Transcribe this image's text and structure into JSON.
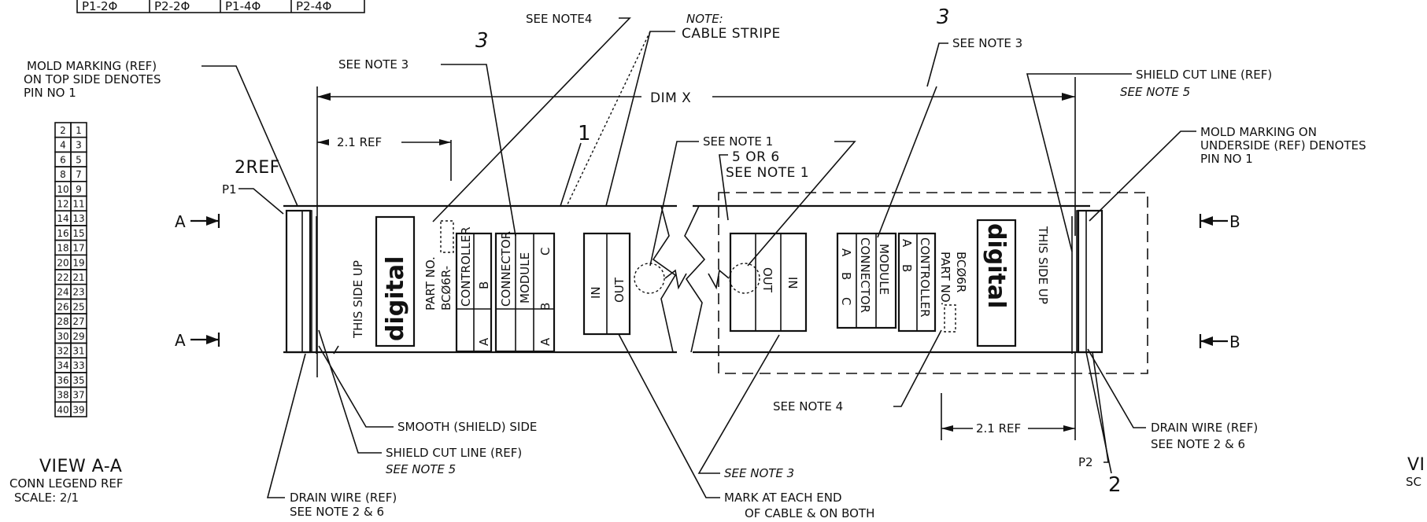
{
  "top_table": [
    "P1-2Φ",
    "P2-2Φ",
    "P1-4Φ",
    "P2-4Φ"
  ],
  "notes": {
    "see_note4_top": "SEE NOTE4",
    "note_header": "NOTE:",
    "cable_stripe": "CABLE STRIPE",
    "see_note3_left": "SEE NOTE 3",
    "callout_3_left": "3",
    "callout_3_right": "3",
    "see_note3_right": "SEE NOTE 3",
    "mold_marking_left_1": "MOLD MARKING (REF)",
    "mold_marking_left_2": "ON TOP SIDE DENOTES",
    "mold_marking_left_3": "PIN NO 1",
    "dim_x": "DIM X",
    "shield_cut_right_1": "SHIELD CUT LINE (REF)",
    "shield_cut_right_2": "SEE NOTE 5",
    "mold_marking_right_1": "MOLD MARKING ON",
    "mold_marking_right_2": "UNDERSIDE (REF) DENOTES",
    "mold_marking_right_3": "PIN NO 1",
    "ref_2_1_left": "2.1 REF",
    "callout_1": "1",
    "see_note1": "SEE NOTE 1",
    "five_or_six": "5 OR 6",
    "see_note1_b": "SEE NOTE 1",
    "two_ref": "2REF",
    "p1": "P1",
    "a_top": "A",
    "a_bottom": "A",
    "b_top": "B",
    "b_bottom": "B",
    "see_note4_bottom": "SEE NOTE 4",
    "ref_2_1_right": "2.1 REF",
    "smooth_side": "SMOOTH (SHIELD) SIDE",
    "shield_cut_left_1": "SHIELD CUT LINE (REF)",
    "shield_cut_left_2": "SEE NOTE 5",
    "see_note3_bottom": "SEE NOTE 3",
    "drain_wire_left_1": "DRAIN WIRE (REF)",
    "drain_wire_left_2": "SEE NOTE 2 & 6",
    "mark_each_end_1": "MARK AT EACH END",
    "mark_each_end_2": "OF CABLE & ON BOTH",
    "drain_wire_right_1": "DRAIN WIRE (REF)",
    "drain_wire_right_2": "SEE NOTE 2 & 6",
    "p2": "P2",
    "callout_2": "2",
    "view_aa": "VIEW A-A",
    "conn_legend": "CONN LEGEND REF",
    "scale": "SCALE: 2/1",
    "view_right_partial": "VI",
    "scale_right_partial": "SC"
  },
  "pin_legend": [
    [
      "2",
      "1"
    ],
    [
      "4",
      "3"
    ],
    [
      "6",
      "5"
    ],
    [
      "8",
      "7"
    ],
    [
      "10",
      "9"
    ],
    [
      "12",
      "11"
    ],
    [
      "14",
      "13"
    ],
    [
      "16",
      "15"
    ],
    [
      "18",
      "17"
    ],
    [
      "20",
      "19"
    ],
    [
      "22",
      "21"
    ],
    [
      "24",
      "23"
    ],
    [
      "26",
      "25"
    ],
    [
      "28",
      "27"
    ],
    [
      "30",
      "29"
    ],
    [
      "32",
      "31"
    ],
    [
      "34",
      "33"
    ],
    [
      "36",
      "35"
    ],
    [
      "38",
      "37"
    ],
    [
      "40",
      "39"
    ]
  ],
  "left_label": {
    "this_side_up": "THIS SIDE UP",
    "logo": "digital",
    "part_no": "PART NO.",
    "part_code": "BCØ6R-",
    "controller": "CONTROLLER",
    "connector": "CONNECTOR",
    "module": "MODULE",
    "ctrl_letters": [
      "A",
      "B"
    ],
    "mod_letters": [
      "A",
      "B",
      "C"
    ],
    "in": "IN",
    "out": "OUT"
  },
  "right_label": {
    "this_side_up": "THIS SIDE UP",
    "logo": "digital",
    "part_no": "PART NO.",
    "part_code": "BCØ6R",
    "controller": "CONTROLLER",
    "connector": "CONNECTOR",
    "module": "MODULE",
    "ctrl_letters": [
      "A",
      "B"
    ],
    "mod_letters": [
      "A",
      "B",
      "C"
    ],
    "in": "IN",
    "out": "OUT"
  }
}
